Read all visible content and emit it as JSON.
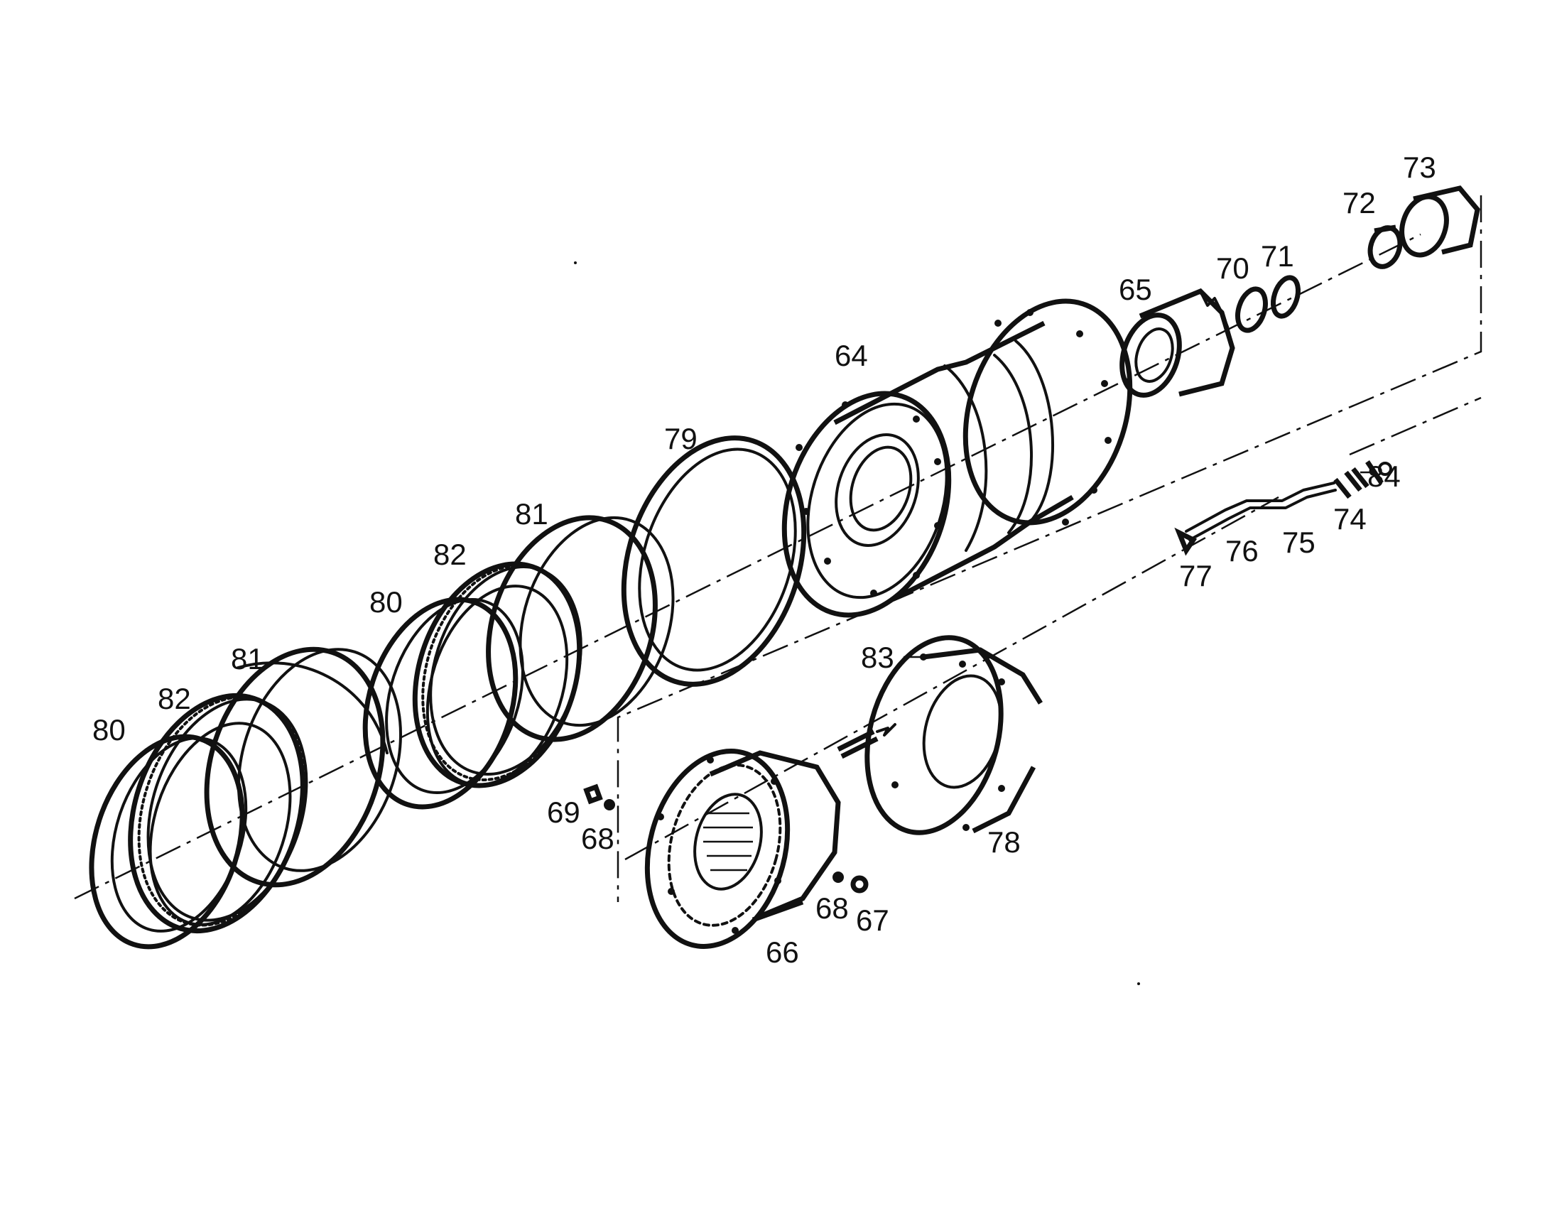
{
  "labels": {
    "p64": "64",
    "p65": "65",
    "p66": "66",
    "p67": "67",
    "p68a": "68",
    "p68b": "68",
    "p69": "69",
    "p70": "70",
    "p71": "71",
    "p72": "72",
    "p73": "73",
    "p74": "74",
    "p75": "75",
    "p76": "76",
    "p77": "77",
    "p78": "78",
    "p79": "79",
    "p80a": "80",
    "p80b": "80",
    "p81a": "81",
    "p81b": "81",
    "p82a": "82",
    "p82b": "82",
    "p83": "83",
    "p84": "84"
  }
}
